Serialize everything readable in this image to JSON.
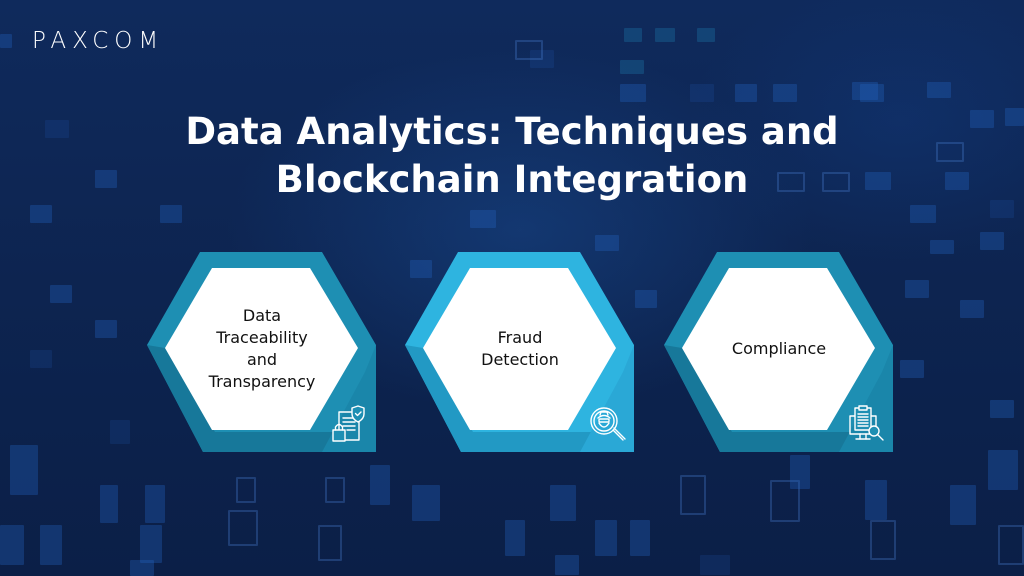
{
  "brand": {
    "logo_text": "PAXCOM"
  },
  "header": {
    "title_line1": "Data Analytics: Techniques and",
    "title_line2": "Blockchain Integration"
  },
  "cards": [
    {
      "label_lines": [
        "Data",
        "Traceability",
        "and",
        "Transparency"
      ],
      "icon": "document-lock-shield-icon",
      "frame_color": "#1e8fb3",
      "frame_shadow": "#17789a"
    },
    {
      "label_lines": [
        "Fraud",
        "Detection"
      ],
      "icon": "magnifier-spy-icon",
      "frame_color": "#2eb4e0",
      "frame_shadow": "#2299c4"
    },
    {
      "label_lines": [
        "Compliance"
      ],
      "icon": "clipboard-monitor-search-icon",
      "frame_color": "#1e8fb3",
      "frame_shadow": "#17789a"
    }
  ],
  "colors": {
    "background": "#0d2350",
    "title_text": "#ffffff",
    "card_inner": "#ffffff",
    "card_text": "#111111"
  }
}
